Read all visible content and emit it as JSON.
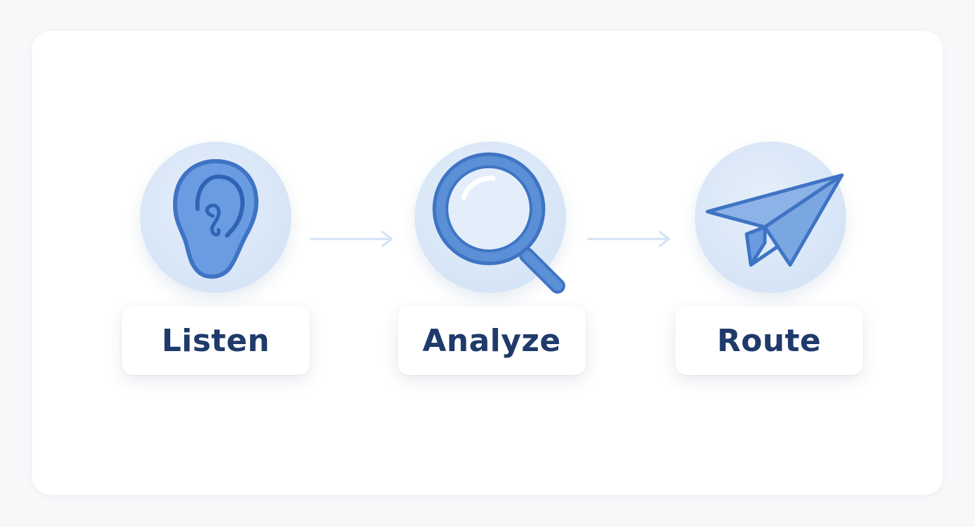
{
  "steps": [
    {
      "label": "Listen",
      "icon": "ear-icon"
    },
    {
      "label": "Analyze",
      "icon": "magnifying-glass-icon"
    },
    {
      "label": "Route",
      "icon": "paper-plane-icon"
    }
  ],
  "colors": {
    "icon_fill": "#5b8fd6",
    "icon_stroke": "#3f74c4",
    "circle_bg": "#d8e6f7",
    "label_text": "#1f3a6b",
    "arrow": "#d3e2f5"
  }
}
